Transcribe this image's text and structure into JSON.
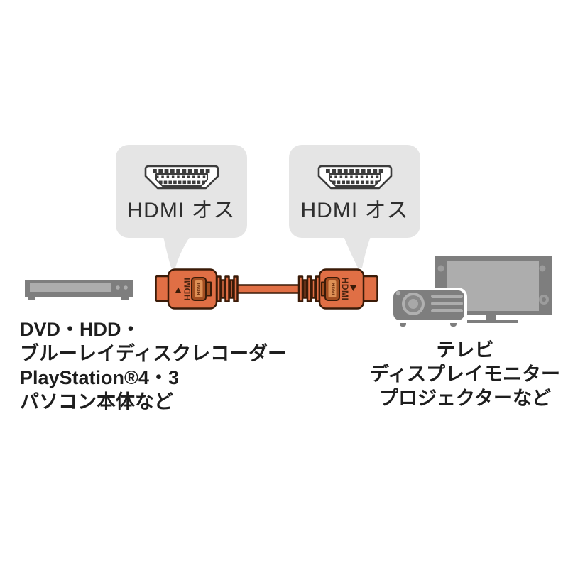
{
  "diagram_title": "HDMI cable connection diagram",
  "callouts": {
    "left": {
      "label": "HDMI オス",
      "icon": "hdmi-connector-face"
    },
    "right": {
      "label": "HDMI オス",
      "icon": "hdmi-connector-face"
    }
  },
  "cable": {
    "type": "HDMI cable, male to male",
    "plug_text_left": "HDMI",
    "plug_text_right": "HDMI",
    "emboss_text_left": "HDMI",
    "emboss_text_right": "HDMI"
  },
  "source_devices": {
    "lines": [
      "DVD・HDD・",
      "ブルーレイディスクレコーダー",
      "PlayStation®4・3",
      "パソコン本体など"
    ]
  },
  "display_devices": {
    "lines": [
      "テレビ",
      "ディスプレイモニター",
      "プロジェクターなど"
    ]
  },
  "colors": {
    "cable_orange": "#e06f45",
    "cable_outline": "#3a1b08",
    "plug_emboss_dark": "#a34e21",
    "plug_emboss_light": "#de9055",
    "bubble_gray": "#e5e5e5",
    "device_gray": "#7e7e7e",
    "device_light_gray": "#adadad",
    "label_text": "#1e1e1e"
  }
}
